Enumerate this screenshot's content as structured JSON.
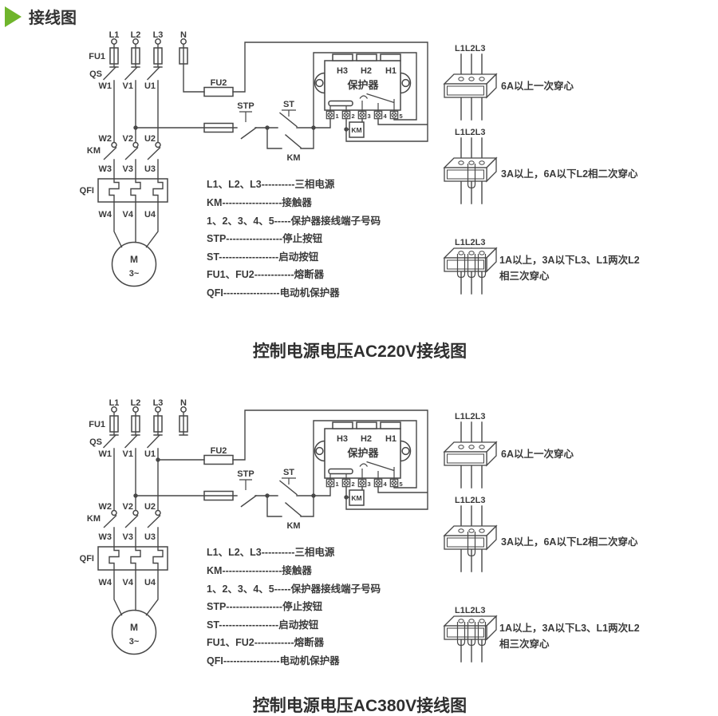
{
  "header": {
    "title": "接线图"
  },
  "d1": {
    "title": "控制电源电压AC220V接线图",
    "terminals": [
      "L1",
      "L2",
      "L3",
      "N"
    ],
    "fu1": "FU1",
    "qs": "QS",
    "km": "KM",
    "qfi": "QFI",
    "fu2": "FU2",
    "stp": "STP",
    "st": "ST",
    "km_aux": "KM",
    "km_coil": "KM",
    "r1": [
      "W1",
      "V1",
      "U1"
    ],
    "r2": [
      "W2",
      "V2",
      "U2"
    ],
    "r3": [
      "W3",
      "V3",
      "U3"
    ],
    "r4": [
      "W4",
      "V4",
      "U4"
    ],
    "motor_m": "M",
    "motor_ph": "3~",
    "prot": {
      "h3": "H3",
      "h2": "H2",
      "h1": "H1",
      "name": "保护器",
      "t": [
        "1",
        "2",
        "3",
        "4",
        "5"
      ]
    },
    "legend": [
      "L1、L2、L3----------三相电源",
      "KM------------------接触器",
      "1、2、3、4、5-----保护器接线端子号码",
      "STP-----------------停止按钮",
      "ST------------------启动按钮",
      "FU1、FU2------------熔断器",
      "QFI-----------------电动机保护器"
    ],
    "ct1": {
      "wires": "L1L2L3",
      "cap": "6A以上一次穿心"
    },
    "ct2": {
      "wires": "L1L2L3",
      "cap": "3A以上，6A以下L2相二次穿心"
    },
    "ct3": {
      "wires": "L1L2L3",
      "cap1": "1A以上，3A以下L3、L1两次L2",
      "cap2": "相三次穿心"
    }
  },
  "d2": {
    "title": "控制电源电压AC380V接线图",
    "terminals": [
      "L1",
      "L2",
      "L3",
      "N"
    ],
    "fu1": "FU1",
    "qs": "QS",
    "km": "KM",
    "qfi": "QFI",
    "fu2": "FU2",
    "stp": "STP",
    "st": "ST",
    "km_aux": "KM",
    "km_coil": "KM",
    "r1": [
      "W1",
      "V1",
      "U1"
    ],
    "r2": [
      "W2",
      "V2",
      "U2"
    ],
    "r3": [
      "W3",
      "V3",
      "U3"
    ],
    "r4": [
      "W4",
      "V4",
      "U4"
    ],
    "motor_m": "M",
    "motor_ph": "3~",
    "prot": {
      "h3": "H3",
      "h2": "H2",
      "h1": "H1",
      "name": "保护器",
      "t": [
        "1",
        "2",
        "3",
        "4",
        "5"
      ]
    },
    "legend": [
      "L1、L2、L3----------三相电源",
      "KM------------------接触器",
      "1、2、3、4、5-----保护器接线端子号码",
      "STP-----------------停止按钮",
      "ST------------------启动按钮",
      "FU1、FU2------------熔断器",
      "QFI-----------------电动机保护器"
    ],
    "ct1": {
      "wires": "L1L2L3",
      "cap": "6A以上一次穿心"
    },
    "ct2": {
      "wires": "L1L2L3",
      "cap": "3A以上，6A以下L2相二次穿心"
    },
    "ct3": {
      "wires": "L1L2L3",
      "cap1": "1A以上，3A以下L3、L1两次L2",
      "cap2": "相三次穿心"
    }
  }
}
